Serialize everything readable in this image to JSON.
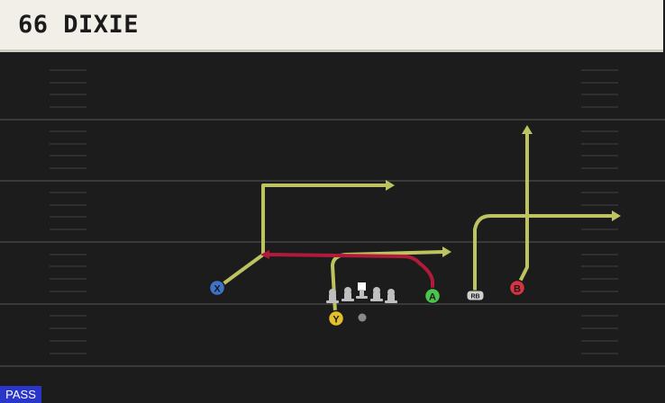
{
  "play": {
    "name": "66 DIXIE",
    "type": "PASS"
  },
  "colors": {
    "route": "#bcc360",
    "block": "#b11a3a",
    "x_receiver": "#3f72c8",
    "y_receiver": "#e4bf2b",
    "a_receiver": "#4cc44b",
    "b_receiver": "#d73341",
    "field": "#1c1c1c"
  },
  "players": {
    "x": {
      "label": "X"
    },
    "y": {
      "label": "Y"
    },
    "a": {
      "label": "A"
    },
    "b": {
      "label": "B"
    },
    "rb": {
      "label": "RB"
    }
  }
}
